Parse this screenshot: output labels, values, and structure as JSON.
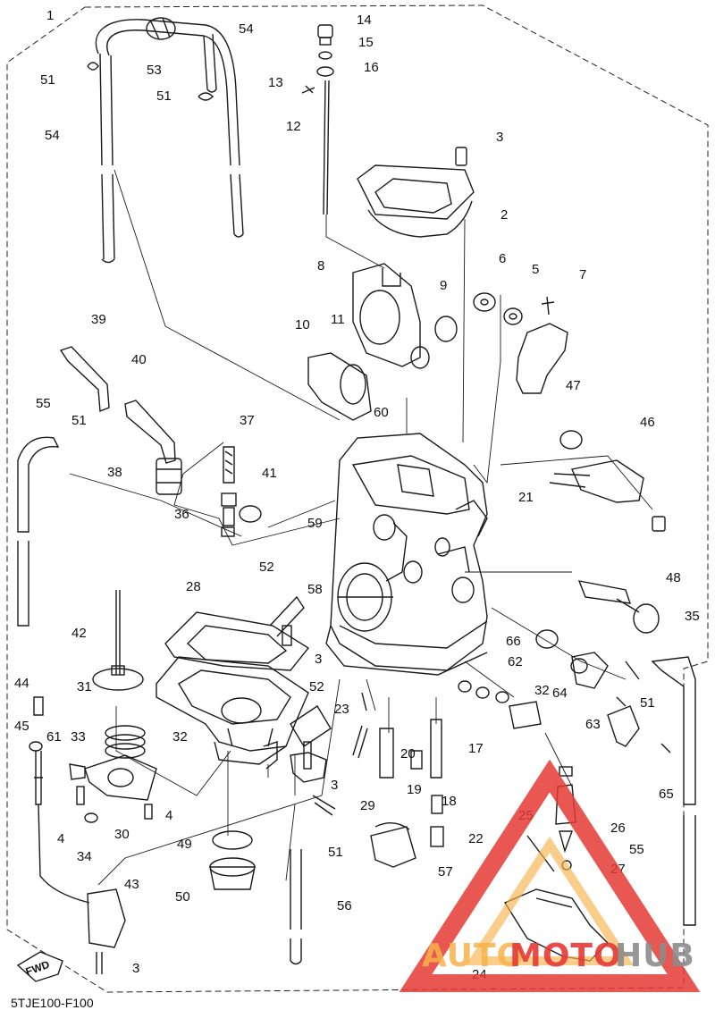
{
  "diagram": {
    "drawing_code": "5TJE100-F100",
    "direction_label": "FWD",
    "watermark": {
      "word_part1": "AUTO",
      "word_part2": "MOTO",
      "word_part3": "HUB",
      "color_red": "#e53935",
      "color_orange": "#f7b24b",
      "color_gray": "#8c8c8c"
    },
    "callouts": [
      "1",
      "2",
      "3",
      "3",
      "3",
      "3",
      "4",
      "4",
      "5",
      "6",
      "7",
      "8",
      "9",
      "10",
      "11",
      "12",
      "13",
      "14",
      "15",
      "16",
      "17",
      "18",
      "19",
      "20",
      "21",
      "22",
      "23",
      "24",
      "25",
      "26",
      "27",
      "28",
      "29",
      "30",
      "31",
      "32",
      "32",
      "33",
      "34",
      "35",
      "36",
      "37",
      "38",
      "39",
      "40",
      "41",
      "42",
      "43",
      "44",
      "45",
      "46",
      "47",
      "48",
      "49",
      "50",
      "51",
      "51",
      "51",
      "51",
      "51",
      "52",
      "52",
      "53",
      "54",
      "54",
      "55",
      "55",
      "56",
      "57",
      "58",
      "59",
      "60",
      "61",
      "62",
      "63",
      "64",
      "65",
      "66"
    ]
  }
}
